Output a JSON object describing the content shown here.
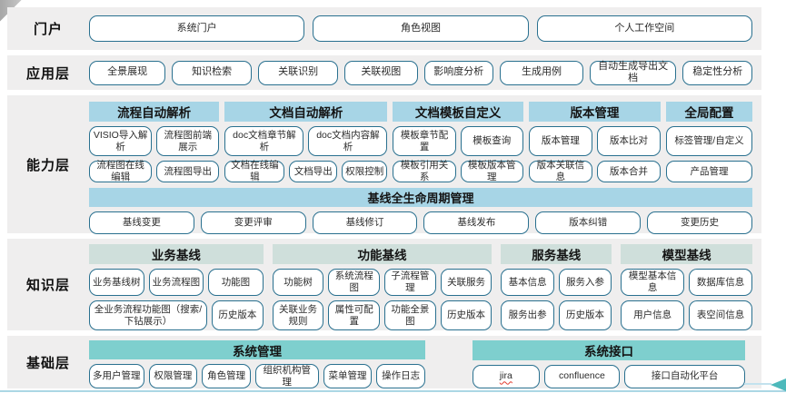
{
  "colors": {
    "band_bg": "#efeeee",
    "box_border": "#29708f",
    "header_blue": "#a7d5e6",
    "header_sage": "#cfdfdb",
    "header_teal": "#7ecfce",
    "bottom_line": "#abd7e4",
    "arrow_teal": "#4db9bb"
  },
  "layers": {
    "portal": {
      "label": "门户",
      "buttons": [
        "系统门户",
        "角色视图",
        "个人工作空间"
      ]
    },
    "application": {
      "label": "应用层",
      "buttons": [
        "全景展现",
        "知识检索",
        "关联识别",
        "关联视图",
        "影响度分析",
        "生成用例",
        "自动生成导出文档",
        "稳定性分析"
      ]
    },
    "capability": {
      "label": "能力层",
      "groups": [
        {
          "header": "流程自动解析",
          "row1": [
            "VISIO导入解析",
            "流程图前端展示"
          ],
          "row2": [
            "流程图在线编辑",
            "流程图导出"
          ]
        },
        {
          "header": "文档自动解析",
          "row1": [
            "doc文档章节解析",
            "doc文档内容解析"
          ],
          "row2": [
            "文档在线编辑",
            "文档导出",
            "权限控制"
          ]
        },
        {
          "header": "文档模板自定义",
          "row1": [
            "模板章节配置",
            "模板查询"
          ],
          "row2": [
            "模板引用关系",
            "模板版本管理"
          ]
        },
        {
          "header": "版本管理",
          "row1": [
            "版本管理",
            "版本比对"
          ],
          "row2": [
            "版本关联信息",
            "版本合并"
          ]
        },
        {
          "header": "全局配置",
          "row1": [
            "标签管理/自定义"
          ],
          "row2": [
            "产品管理"
          ]
        }
      ],
      "baseline": {
        "header": "基线全生命周期管理",
        "buttons": [
          "基线变更",
          "变更评审",
          "基线修订",
          "基线发布",
          "版本纠错",
          "变更历史"
        ]
      }
    },
    "knowledge": {
      "label": "知识层",
      "groups": [
        {
          "header": "业务基线",
          "row1": [
            "业务基线树",
            "业务流程图",
            "功能图"
          ],
          "row2": [
            "全业务流程功能图（搜索/下钻展示）",
            "历史版本"
          ]
        },
        {
          "header": "功能基线",
          "row1": [
            "功能树",
            "系统流程图",
            "子流程管理",
            "关联服务"
          ],
          "row2": [
            "关联业务规则",
            "属性可配置",
            "功能全景图",
            "历史版本"
          ]
        },
        {
          "header": "服务基线",
          "row1": [
            "基本信息",
            "服务入参"
          ],
          "row2": [
            "服务出参",
            "历史版本"
          ]
        },
        {
          "header": "模型基线",
          "row1": [
            "模型基本信息",
            "数据库信息"
          ],
          "row2": [
            "用户信息",
            "表空间信息"
          ]
        }
      ]
    },
    "foundation": {
      "label": "基础层",
      "groups": [
        {
          "header": "系统管理",
          "buttons": [
            "多用户管理",
            "权限管理",
            "角色管理",
            "组织机构管理",
            "菜单管理",
            "操作日志"
          ]
        },
        {
          "header": "系统接口",
          "buttons": [
            "jira",
            "confluence",
            "接口自动化平台"
          ]
        }
      ]
    }
  }
}
